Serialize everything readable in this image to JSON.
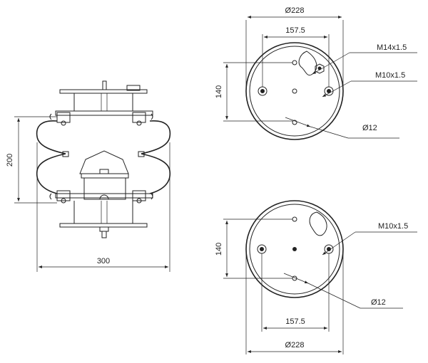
{
  "side_view": {
    "height_dim": "200",
    "width_dim": "300"
  },
  "top_view": {
    "outer_diameter": "Ø228",
    "bolt_spacing": "157.5",
    "vertical_dim": "140",
    "label_m14": "M14x1.5",
    "label_m10": "M10x1.5",
    "label_hole": "Ø12"
  },
  "bottom_view": {
    "outer_diameter": "Ø228",
    "bolt_spacing": "157.5",
    "vertical_dim": "140",
    "label_m10": "M10x1.5",
    "label_hole": "Ø12"
  }
}
